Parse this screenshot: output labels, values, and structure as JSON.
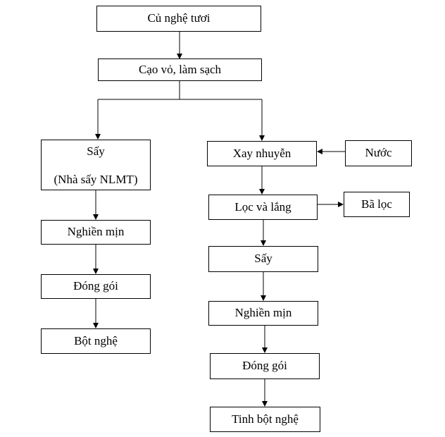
{
  "nodes": {
    "fresh_turmeric": "Củ nghệ tươi",
    "peel_clean": "Cạo vỏ, làm sạch",
    "dry_left_line1": "Sấy",
    "dry_left_line2": "(Nhà sấy NLMT)",
    "grind_left": "Nghiền mịn",
    "pack_left": "Đóng gói",
    "turmeric_powder": "Bột nghệ",
    "blend": "Xay nhuyễn",
    "water": "Nước",
    "filter_settle": "Lọc và lắng",
    "filter_residue": "Bã lọc",
    "dry_right": "Sấy",
    "grind_right": "Nghiền mịn",
    "pack_right": "Đóng gói",
    "turmeric_starch": "Tinh bột nghệ"
  }
}
